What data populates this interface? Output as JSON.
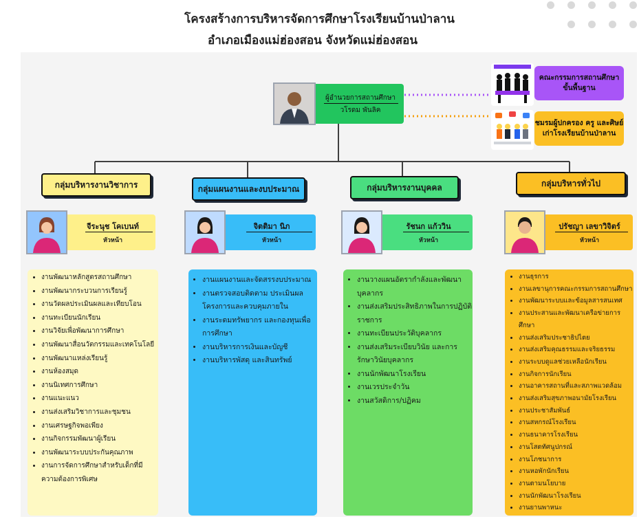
{
  "title": {
    "line1": "โครงสร้างการบริหารจัดการศึกษาโรงเรียนบ้านป่าลาน",
    "line2": "อำเภอเมืองแม่ฮ่องสอน จังหวัดแม่ฮ่องสอน"
  },
  "director": {
    "role": "ผู้อำนวยการสถานศึกษา",
    "name": "วโรดม พันลิค"
  },
  "side": {
    "board": "คณะกรรมการสถานศึกษาขั้นพื้นฐาน",
    "parents": "ชมรมผู้ปกครอง ครู และศิษย์เก่าโรงเรียนบ้านป่าลาน"
  },
  "groups": [
    {
      "title": "กลุ่มบริหารงานวิชาการ",
      "head_name": "จีระนุช โคเบนท์",
      "head_role": "หัวหน้า",
      "items": [
        "งานพัฒนาหลักสูตรสถานศึกษา",
        "งานพัฒนากระบวนการเรียนรู้",
        "งานวัดผลประเมินผลและเทียบโอน",
        "งานทะเบียนนักเรียน",
        "งานวิจัยเพื่อพัฒนาการศึกษา",
        "งานพัฒนาสื่อนวัตกรรมและเทคโนโลยี",
        "งานพัฒนาแหล่งเรียนรู้",
        "งานห้องสมุด",
        "งานนิเทศการศึกษา",
        "งานแนะแนว",
        "งานส่งเสริมวิชาการและชุมชน",
        "งานเศรษฐกิจพอเพียง",
        "งานกิจกรรมพัฒนาผู้เรียน",
        "งานพัฒนาระบบประกันคุณภาพ",
        "งานการจัดการศึกษาสำหรับเด็กที่มีความต้องการพิเศษ"
      ]
    },
    {
      "title": "กลุ่มแผนงานและงบประมาณ",
      "head_name": "จิตติมา นิภ",
      "head_role": "หัวหน้า",
      "items": [
        "งานแผนงานและจัดสรรงบประมาณ",
        "งานตรวจสอบติดตาม ประเมินผลโครงการและควบคุมภายใน",
        "งานระดมทรัพยากร และกองทุนเพื่อการศึกษา",
        "งานบริหารการเงินและบัญชี",
        "งานบริหารพัสดุ และสินทรัพย์"
      ]
    },
    {
      "title": "กลุ่มบริหารงานบุคคล",
      "head_name": "รัชนก แก้ววิน",
      "head_role": "หัวหน้า",
      "items": [
        "งานวางแผนอัตรากำลังและพัฒนาบุคลากร",
        "งานส่งเสริมประสิทธิภาพในการปฏิบัติราชการ",
        "งานทะเบียนประวัติบุคลากร",
        "งานส่งเสริมระเบียบวินัย และการรักษาวินัยบุคลากร",
        "งานนักพัฒนาโรงเรียน",
        "งานเวรประจำวัน",
        "งานสวัสดิการ/ปฏิคม"
      ]
    },
    {
      "title": "กลุ่มบริหารทั่วไป",
      "head_name": "ปรัชญา เลขาวิจิตร์",
      "head_role": "หัวหน้า",
      "items": [
        "งานธุรการ",
        "งานเลขานุการคณะกรรมการสถานศึกษา",
        "งานพัฒนาระบบและข้อมูลสารสนเทศ",
        "งานประสานและพัฒนาเครือข่ายการศึกษา",
        "งานส่งเสริมประชาธิปไตย",
        "งานส่งเสริมคุณธรรมและจริยธรรม",
        "งานระบบดูแลช่วยเหลือนักเรียน",
        "งานกิจการนักเรียน",
        "งานอาคารสถานที่และสภาพแวดล้อม",
        "งานส่งเสริมสุขภาพอนามัยโรงเรียน",
        "งานประชาสัมพันธ์",
        "งานสหกรณ์โรงเรียน",
        "งานธนาคารโรงเรียน",
        "งานโสตทัศนูปกรณ์",
        "งานโภชนาการ",
        "งานหอพักนักเรียน",
        "งานตามนโยบาย",
        "งานนักพัฒนาโรงเรียน",
        "งานยานพาหนะ"
      ]
    }
  ],
  "colors": {
    "director": "#22c55e",
    "board": "#a855f7",
    "parents": "#fbbf24",
    "academic": "#fef08a",
    "budget": "#38bdf8",
    "personnel": "#4ade80",
    "general": "#fbbf24"
  },
  "icons": {
    "director_photo": "person-photo",
    "board_picture": "meeting-group-icon",
    "parents_picture": "community-group-icon"
  }
}
